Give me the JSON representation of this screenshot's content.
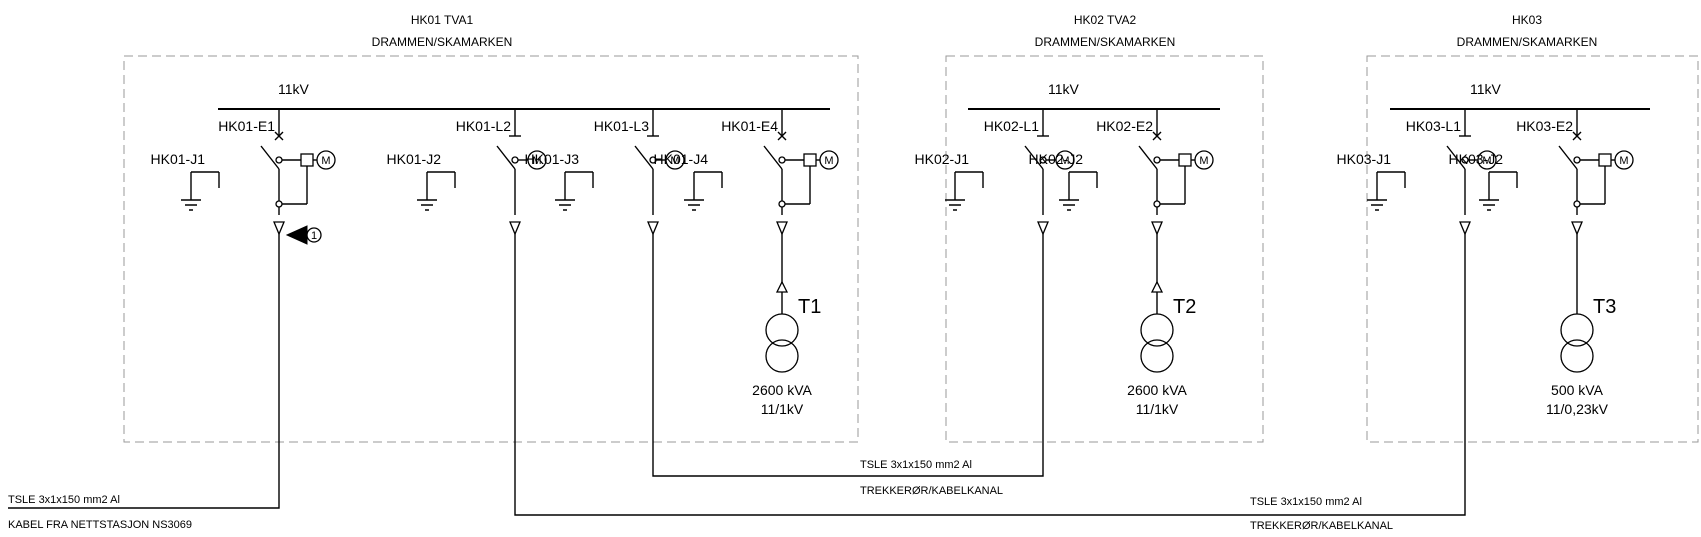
{
  "stations": [
    {
      "title": "HK01 TVA1",
      "subtitle": "DRAMMEN/SKAMARKEN",
      "bus_voltage": "11kV"
    },
    {
      "title": "HK02 TVA2",
      "subtitle": "DRAMMEN/SKAMARKEN",
      "bus_voltage": "11kV"
    },
    {
      "title": "HK03",
      "subtitle": "DRAMMEN/SKAMARKEN",
      "bus_voltage": "11kV"
    }
  ],
  "feeders": [
    {
      "name": "HK01-E1",
      "earth_switch": "HK01-J1",
      "motor": "M"
    },
    {
      "name": "HK01-L2",
      "earth_switch": "HK01-J2",
      "motor": "M"
    },
    {
      "name": "HK01-L3",
      "earth_switch": "HK01-J3",
      "motor": "M"
    },
    {
      "name": "HK01-E4",
      "earth_switch": "HK01-J4",
      "motor": "M"
    },
    {
      "name": "HK02-L1",
      "earth_switch": "HK02-J1",
      "motor": "M"
    },
    {
      "name": "HK02-E2",
      "earth_switch": "HK02-J2",
      "motor": "M"
    },
    {
      "name": "HK03-L1",
      "earth_switch": "HK03-J1",
      "motor": "M"
    },
    {
      "name": "HK03-E2",
      "earth_switch": "HK03-J2",
      "motor": "M"
    }
  ],
  "transformers": [
    {
      "name": "T1",
      "rating": "2600 kVA",
      "ratio": "11/1kV"
    },
    {
      "name": "T2",
      "rating": "2600 kVA",
      "ratio": "11/1kV"
    },
    {
      "name": "T3",
      "rating": "500 kVA",
      "ratio": "11/0,23kV"
    }
  ],
  "callout": "1",
  "cables": [
    {
      "spec": "TSLE 3x1x150 mm2 Al",
      "note": "KABEL FRA NETTSTASJON NS3069"
    },
    {
      "spec": "TSLE 3x1x150 mm2 Al",
      "note": "TREKKERØR/KABELKANAL"
    },
    {
      "spec": "TSLE 3x1x150 mm2 Al",
      "note": "TREKKERØR/KABELKANAL"
    }
  ]
}
